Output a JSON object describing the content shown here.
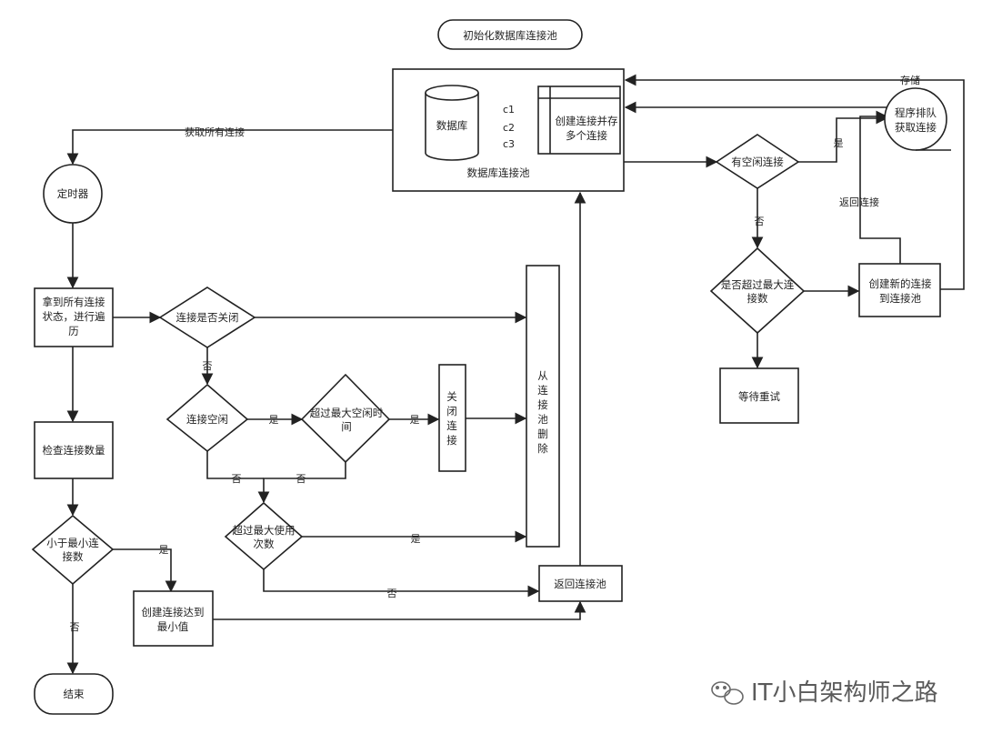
{
  "nodes": {
    "title": "初始化数据库连接池",
    "db": "数据库",
    "create_store": [
      "创建连接并存",
      "多个连接"
    ],
    "pool": "数据库连接池",
    "conn_c1": "c1",
    "conn_c2": "c2",
    "conn_c3": "c3",
    "queue": [
      "程序排队",
      "获取连接"
    ],
    "has_idle": "有空闲连接",
    "exceed_max_conn": [
      "是否超过最大连",
      "接数"
    ],
    "create_new": [
      "创建新的连接",
      "到连接池"
    ],
    "wait_retry": "等待重试",
    "timer": "定时器",
    "get_status": [
      "拿到所有连接",
      "状态，进行遍",
      "历"
    ],
    "is_closed": "连接是否关闭",
    "is_idle": "连接空闲",
    "exceed_idle_time": [
      "超过最大空闲时",
      "间"
    ],
    "close_conn": [
      "关",
      "闭",
      "连",
      "接"
    ],
    "remove_from_pool": [
      "从",
      "连",
      "接",
      "池",
      "删",
      "除"
    ],
    "exceed_max_use": [
      "超过最大使用",
      "次数"
    ],
    "return_pool": "返回连接池",
    "check_count": "检查连接数量",
    "less_than_min": [
      "小于最小连",
      "接数"
    ],
    "create_to_min": [
      "创建连接达到",
      "最小值"
    ],
    "end": "结束"
  },
  "edges": {
    "get_all": "获取所有连接",
    "store": "存储",
    "yes": "是",
    "no": "否",
    "return_conn": "返回连接"
  },
  "watermark": "IT小白架构师之路"
}
